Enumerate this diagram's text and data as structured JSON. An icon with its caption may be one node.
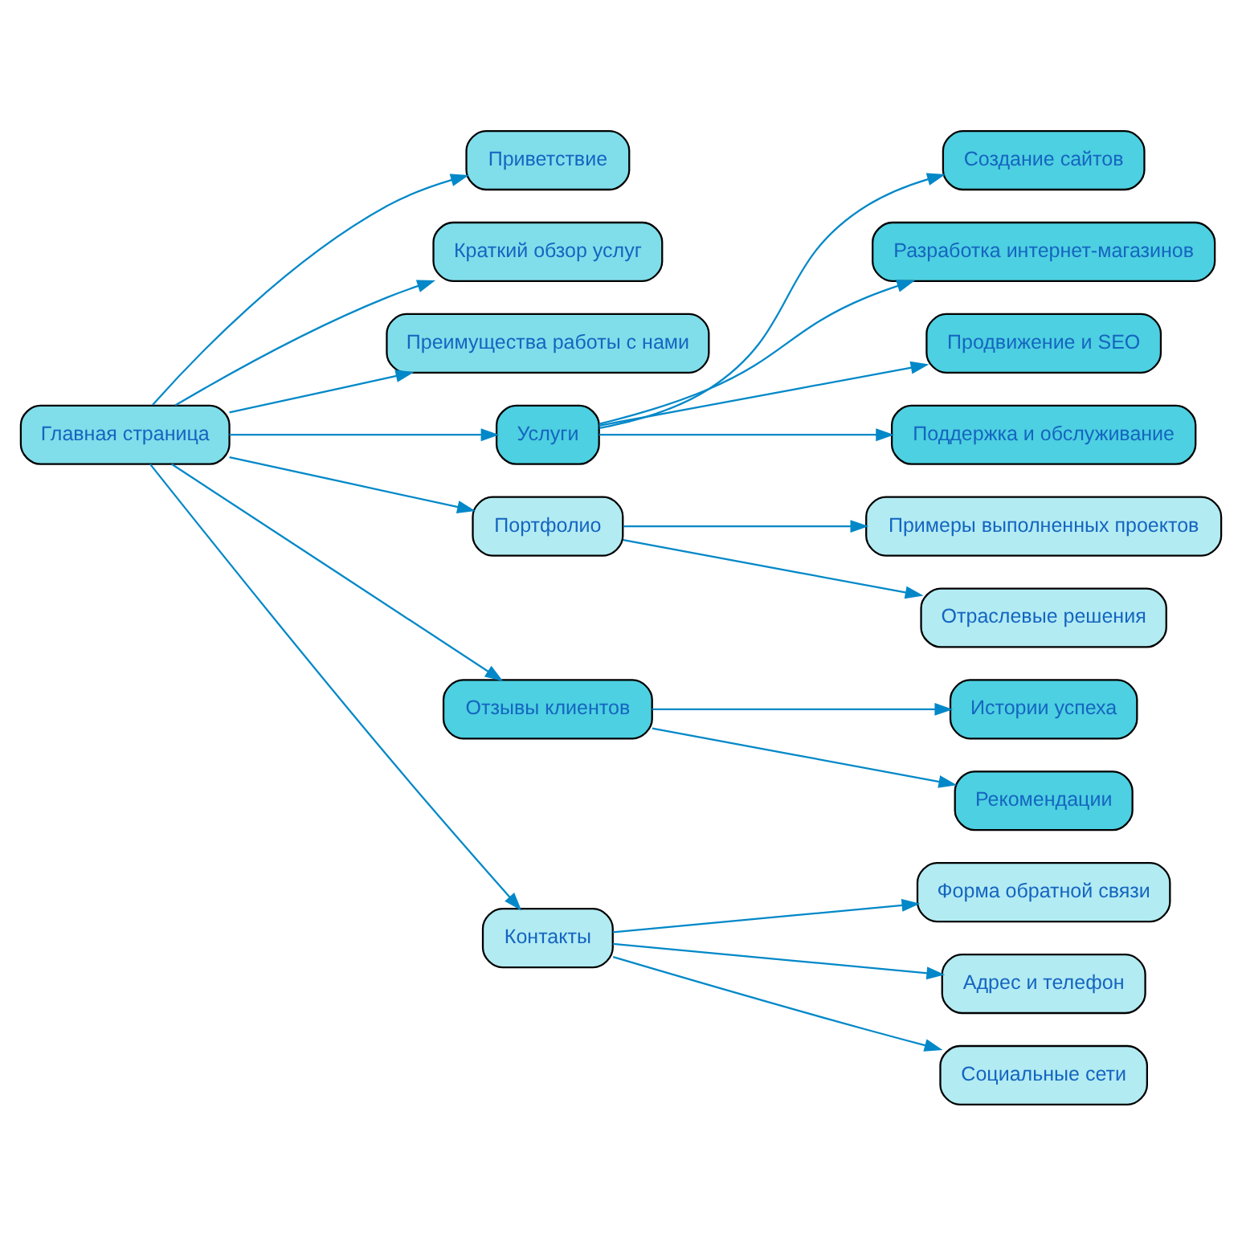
{
  "diagram": {
    "nodes": [
      {
        "text": [
          "Главная страница"
        ]
      },
      {
        "text": [
          "Приветствие"
        ]
      },
      {
        "text": [
          "Краткий обзор услуг"
        ]
      },
      {
        "text": [
          "Преимущества работы с нами"
        ]
      },
      {
        "text": [
          "Услуги"
        ]
      },
      {
        "text": [
          "Портфолио"
        ]
      },
      {
        "text": [
          "Отзывы клиентов"
        ]
      },
      {
        "text": [
          "Контакты"
        ]
      },
      {
        "text": [
          "Создание сайтов"
        ]
      },
      {
        "text": [
          "Разработка интернет-магазинов"
        ]
      },
      {
        "text": [
          "Продвижение и SEO"
        ]
      },
      {
        "text": [
          "Поддержка и обслуживание"
        ]
      },
      {
        "text": [
          "Примеры выполненных проектов"
        ]
      },
      {
        "text": [
          "Отраслевые решения"
        ]
      },
      {
        "text": [
          "Истории успеха"
        ]
      },
      {
        "text": [
          "Рекомендации"
        ]
      },
      {
        "text": [
          "Форма обратной связи"
        ]
      },
      {
        "text": [
          "Адрес и телефон"
        ]
      },
      {
        "text": [
          "Социальные сети"
        ]
      }
    ],
    "edges": [
      {
        "from": 0,
        "to": 1,
        "arrow": "to"
      },
      {
        "from": 0,
        "to": 2,
        "arrow": "to"
      },
      {
        "from": 0,
        "to": 3,
        "arrow": "to"
      },
      {
        "from": 0,
        "to": 4,
        "arrow": "to"
      },
      {
        "from": 0,
        "to": 5,
        "arrow": "to"
      },
      {
        "from": 0,
        "to": 6,
        "arrow": "to"
      },
      {
        "from": 0,
        "to": 7,
        "arrow": "to"
      },
      {
        "from": 4,
        "to": 8,
        "arrow": "to"
      },
      {
        "from": 4,
        "to": 9,
        "arrow": "to"
      },
      {
        "from": 4,
        "to": 10,
        "arrow": "to"
      },
      {
        "from": 4,
        "to": 11,
        "arrow": "to"
      },
      {
        "from": 5,
        "to": 12,
        "arrow": "to"
      },
      {
        "from": 5,
        "to": 13,
        "arrow": "to"
      },
      {
        "from": 6,
        "to": 14,
        "arrow": "to"
      },
      {
        "from": 6,
        "to": 15,
        "arrow": "to"
      },
      {
        "from": 7,
        "to": 16,
        "arrow": "to"
      },
      {
        "from": 7,
        "to": 17,
        "arrow": "to"
      },
      {
        "from": 7,
        "to": 18,
        "arrow": "to"
      }
    ]
  }
}
